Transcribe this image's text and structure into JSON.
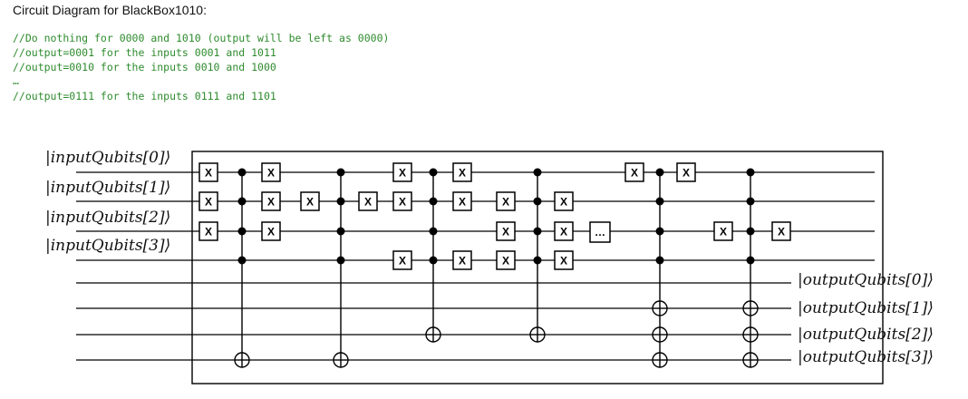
{
  "title": "Circuit Diagram for BlackBox1010:",
  "comments": [
    "//Do nothing for 0000 and 1010 (output will be left as 0000)",
    "//output=0001 for the inputs 0001 and 1011",
    "//output=0010 for the inputs 0010 and 1000",
    "…",
    "//output=0111 for the inputs 0111 and 1101"
  ],
  "circuit": {
    "input_labels": [
      "|inputQubits[0]⟩",
      "|inputQubits[1]⟩",
      "|inputQubits[2]⟩",
      "|inputQubits[3]⟩"
    ],
    "output_labels": [
      "|outputQubits[0]⟩",
      "|outputQubits[1]⟩",
      "|outputQubits[2]⟩",
      "|outputQubits[3]⟩"
    ],
    "x_gate_label": "X",
    "ellipsis_label": "…"
  }
}
